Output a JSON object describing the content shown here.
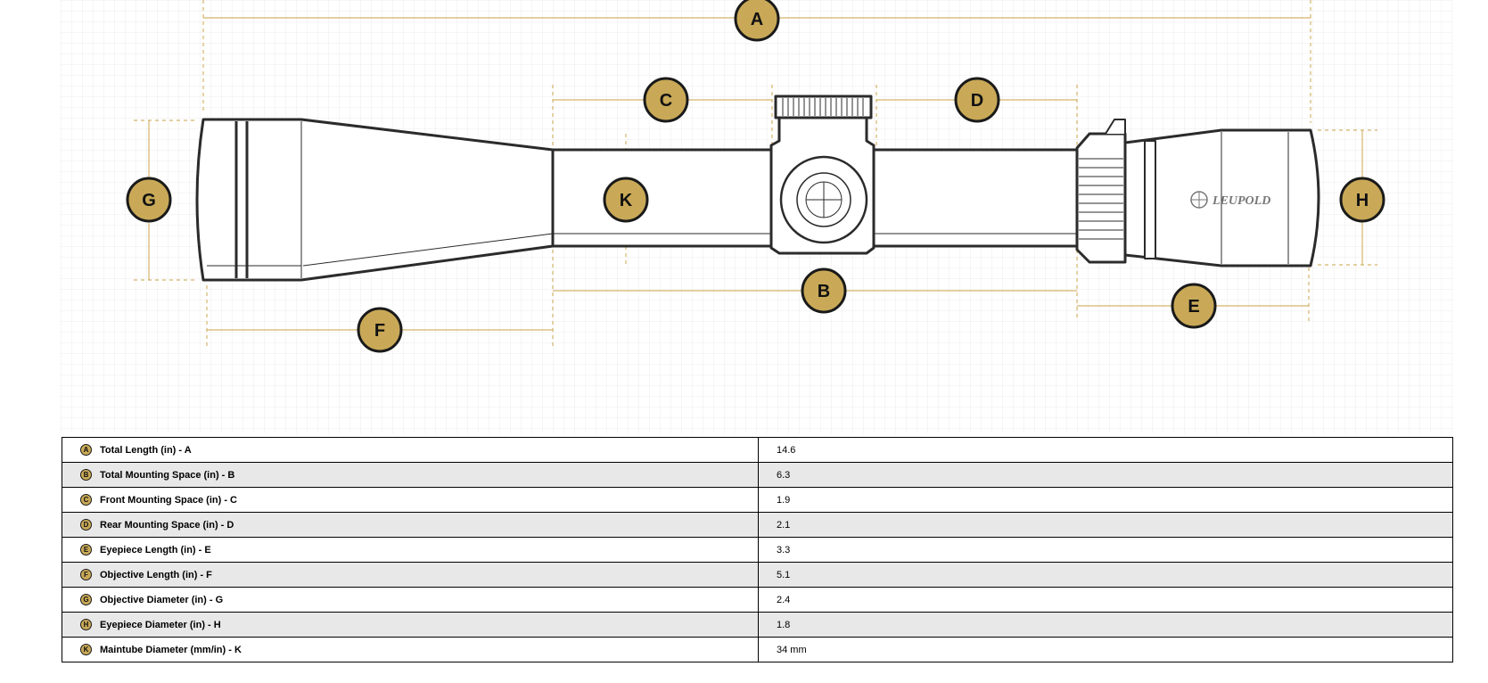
{
  "diagram": {
    "brand": "LEUPOLD",
    "markers": [
      "A",
      "B",
      "C",
      "D",
      "E",
      "F",
      "G",
      "H",
      "K"
    ],
    "colors": {
      "marker_fill": "#c9a957",
      "dimension_line": "#d4b36a",
      "outline": "#2b2b2b"
    }
  },
  "specs": [
    {
      "letter": "A",
      "label": "Total Length (in) - A",
      "value": "14.6"
    },
    {
      "letter": "B",
      "label": "Total Mounting Space (in) - B",
      "value": "6.3"
    },
    {
      "letter": "C",
      "label": "Front Mounting Space (in) - C",
      "value": "1.9"
    },
    {
      "letter": "D",
      "label": "Rear Mounting Space (in) - D",
      "value": "2.1"
    },
    {
      "letter": "E",
      "label": "Eyepiece Length (in) - E",
      "value": "3.3"
    },
    {
      "letter": "F",
      "label": "Objective Length (in) - F",
      "value": "5.1"
    },
    {
      "letter": "G",
      "label": "Objective Diameter (in) - G",
      "value": "2.4"
    },
    {
      "letter": "H",
      "label": "Eyepiece Diameter (in) - H",
      "value": "1.8"
    },
    {
      "letter": "K",
      "label": "Maintube Diameter (mm/in) - K",
      "value": "34 mm"
    }
  ]
}
